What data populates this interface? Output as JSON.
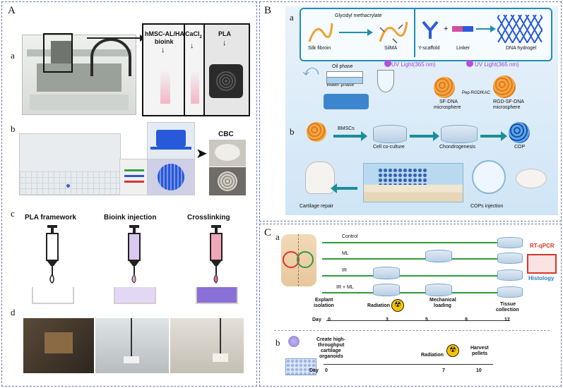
{
  "panel_a": {
    "label": "A",
    "sub_a": "a",
    "sub_b": "b",
    "sub_c": "c",
    "sub_d": "d",
    "bioink_label_line1": "hMSC-AL/HA",
    "bioink_label_line2": "bioink",
    "cacl2_label": "CaCl",
    "cacl2_sub": "2",
    "pla_label": "PLA",
    "cbc_label": "CBC",
    "step1": "PLA framework",
    "step2": "Bioink injection",
    "step3": "Crosslinking"
  },
  "panel_b": {
    "label": "B",
    "sub_a": "a",
    "sub_b": "b",
    "glycidyl": "Glycidyl methacrylate",
    "silk": "Silk fibroin",
    "sfma": "SilMA",
    "yscaffold": "Y-scaffold",
    "linker": "Linker",
    "dna_hydrogel": "DNA hydrogel",
    "oil_phase": "Oil phase",
    "water_phase": "Water phase",
    "uv1": "UV Light(365 nm)",
    "uv2": "UV Light(365 nm)",
    "sf_dna_line1": "SF-DNA",
    "sf_dna_line2": "microsphere",
    "pep": "Pep-RGDfKAC",
    "rgd_line1": "RGD-SF-DNA",
    "rgd_line2": "microsphere",
    "bmscs": "BMSCs",
    "coculture": "Cell co-culture",
    "chondro": "Chondrogenesis",
    "cop": "COP",
    "cartilage_repair": "Cartilage repair",
    "cops_injection": "COPs injection"
  },
  "panel_c": {
    "label": "C",
    "sub_a": "a",
    "sub_b": "b",
    "control": "Control",
    "ml": "ML",
    "ir": "IR",
    "irml": "IR + ML",
    "explant_line1": "Explant",
    "explant_line2": "isolation",
    "radiation": "Radiation",
    "mech_line1": "Mechanical",
    "mech_line2": "loading",
    "tissue_line1": "Tissue",
    "tissue_line2": "collection",
    "rtqpcr": "RT-qPCR",
    "histology": "Histology",
    "day_a": "Day",
    "days_a": [
      "0",
      "3",
      "5",
      "9",
      "12"
    ],
    "create_line1": "Create high-",
    "create_line2": "throughput",
    "create_line3": "cartilage",
    "create_line4": "organoids",
    "radiation_b": "Radiation",
    "harvest_line1": "Harvest",
    "harvest_line2": "pellets",
    "day_b": "Day",
    "days_b": [
      "0",
      "7",
      "10"
    ],
    "colors": {
      "green_arrow": "#2e9b3b",
      "red_label": "#d9342b",
      "blue_label": "#2c7fc1",
      "teal_arrow": "#1b8e9a"
    }
  }
}
